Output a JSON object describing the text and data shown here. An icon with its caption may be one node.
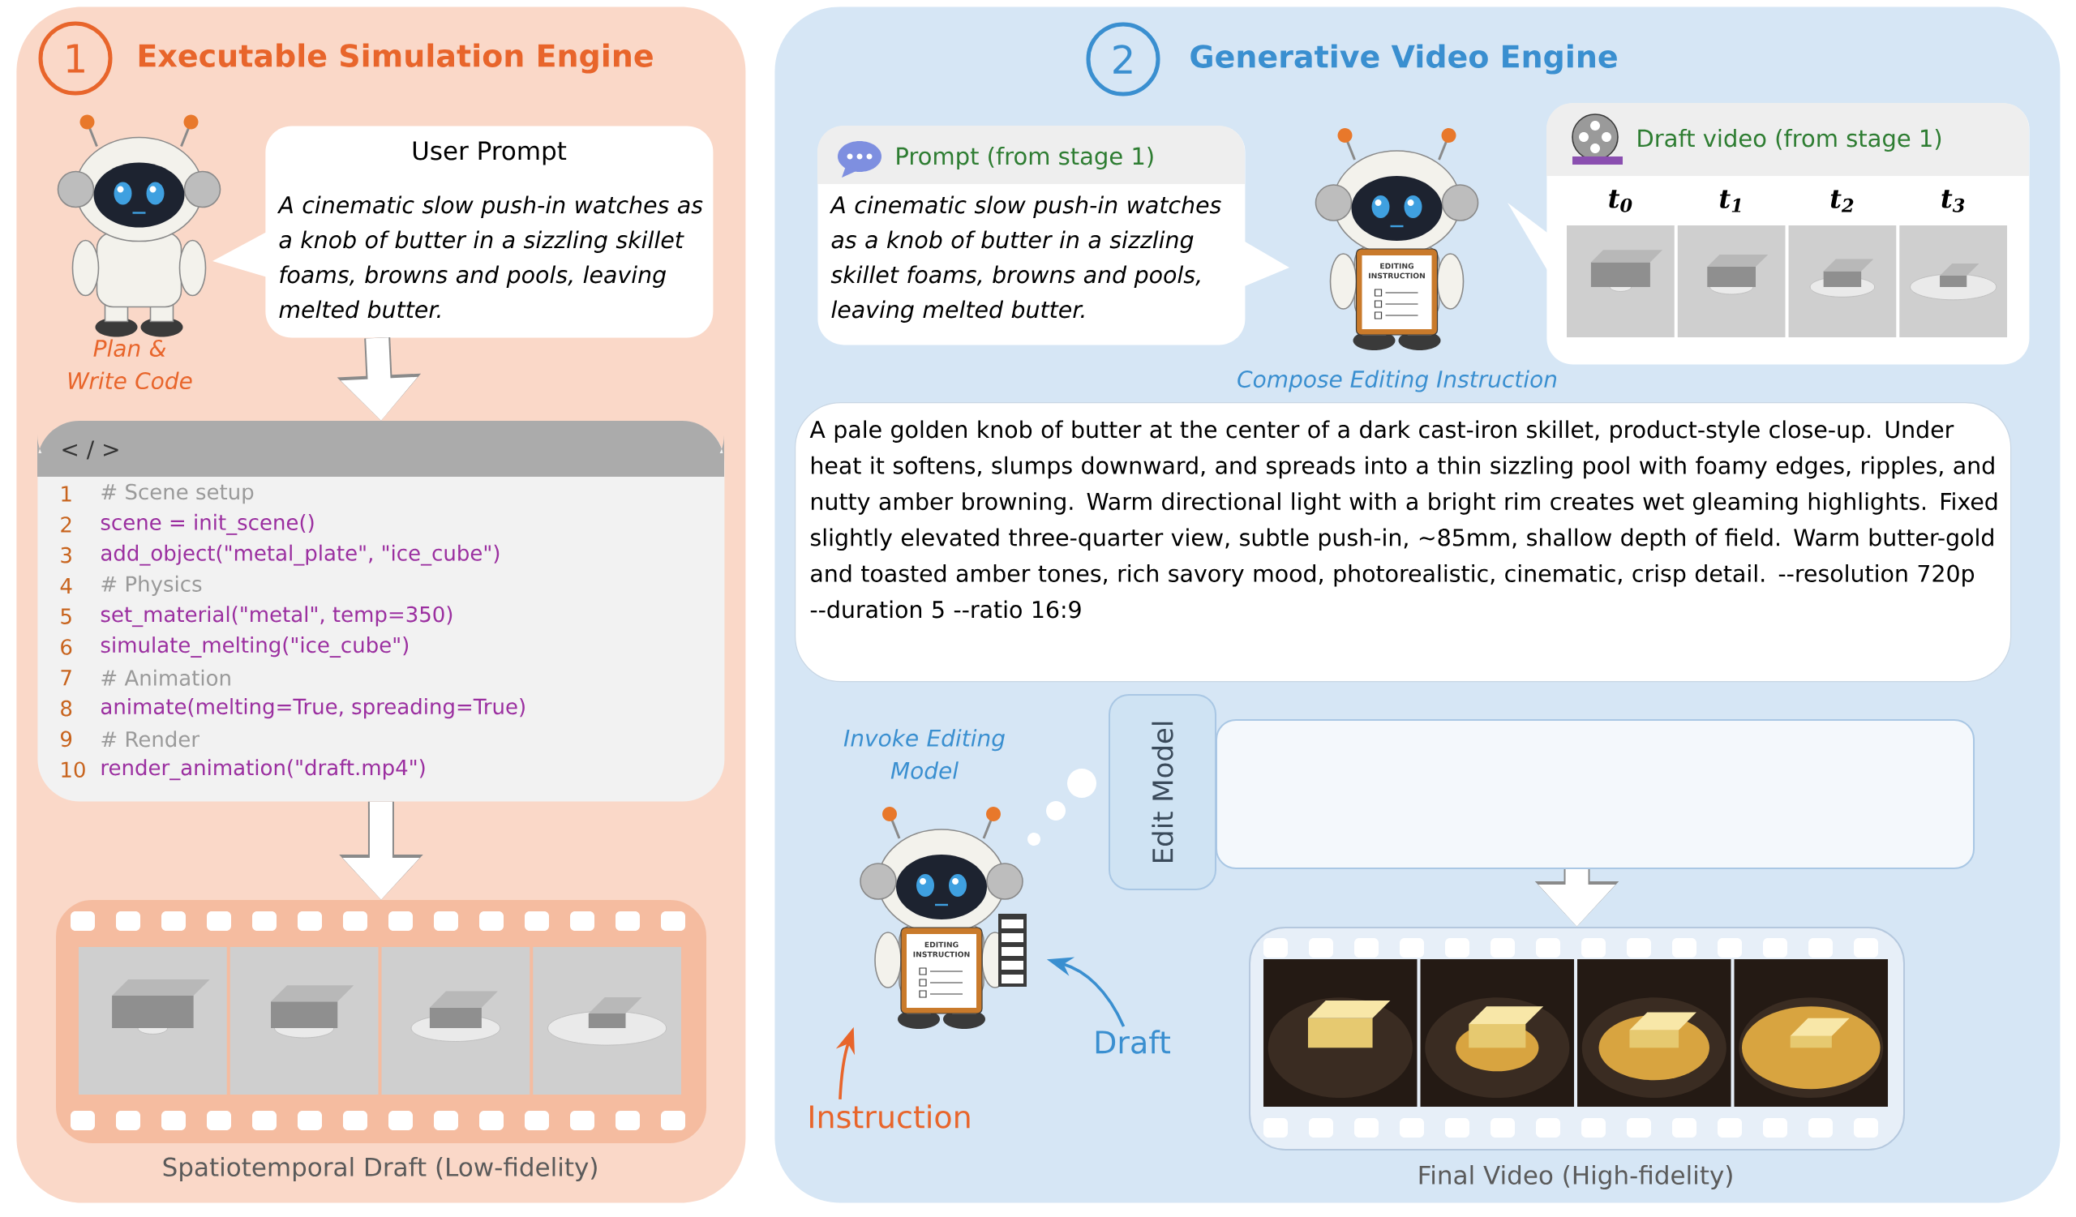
{
  "diagram": {
    "nodes": [
      {
        "text": [
          "1",
          "Executable Simulation Engine"
        ]
      },
      {
        "text": [],
        "shape": "picture",
        "in": 0,
        "beside": [
          "Plan & Write Code"
        ]
      },
      {
        "text": [
          "User Prompt",
          "A cinematic slow push-in watches as a knob of butter in a sizzling skillet foams, browns and pools, leaving melted butter."
        ],
        "in": 0
      },
      {
        "text": [
          "< / >",
          "# Scene setup",
          "scene = init_scene()",
          "add_object(\"metal_plate\", \"ice_cube\")",
          "# Physics",
          "set_material(\"metal\", temp=350)",
          "simulate_melting(\"ice_cube\")",
          "# Animation",
          "animate(melting=True, spreading=True)",
          "# Render",
          "render_animation(\"draft.mp4\")"
        ],
        "in": 0
      },
      {
        "text": [],
        "shape": "picture",
        "in": 0,
        "beside": [
          "Spatiotemporal Draft (Low-fidelity)"
        ]
      },
      {
        "text": [
          "2",
          "Generative Video Engine"
        ]
      },
      {
        "text": [
          "Prompt (from stage 1)",
          "A cinematic slow push-in watches as a knob of butter in a sizzling skillet foams, browns and pools, leaving melted butter."
        ],
        "in": 5
      },
      {
        "text": [],
        "shape": "picture",
        "in": 5
      },
      {
        "text": [
          "Draft video (from stage 1)"
        ],
        "in": 5
      },
      {
        "text": [
          "A pale golden knob of butter at the center of a dark cast-iron skillet, product-style close-up. Under heat it softens, slumps downward, and spreads into a thin sizzling pool with foamy edges, ripples, and nutty amber browning. Warm directional light with a bright rim creates wet gleaming highlights. Fixed slightly elevated three-quarter view, subtle push-in, ~85mm, shallow depth of field. Warm butter-gold and toasted amber tones, rich savory mood, photorealistic, cinematic, crisp detail. --resolution 720p --duration 5 --ratio 16:9"
        ],
        "in": 5
      },
      {
        "text": [],
        "shape": "picture",
        "in": 5,
        "beside": [
          "Invoke Editing Model"
        ]
      },
      {
        "text": [
          "Edit Model"
        ],
        "in": 5
      },
      {
        "text": [],
        "shape": "picture",
        "in": 5,
        "beside": [
          "Final Video (High-fidelity)"
        ]
      },
      {
        "text": [
          "Instruction"
        ],
        "in": 5
      },
      {
        "text": [
          "Draft"
        ],
        "in": 5
      }
    ],
    "edges": [
      {
        "from": 2,
        "to": 3,
        "arrow": "to"
      },
      {
        "from": 3,
        "to": 4,
        "arrow": "to"
      },
      {
        "from": 11,
        "to": 12,
        "arrow": "to"
      },
      {
        "from": 13,
        "to": 10,
        "arrow": "to",
        "color": "#e8652b"
      },
      {
        "from": 14,
        "to": 10,
        "arrow": "to",
        "color": "#3a8fd0"
      }
    ],
    "labels": [
      "1",
      "2",
      "3",
      "4",
      "5",
      "6",
      "7",
      "8",
      "9",
      "10",
      "t$_{0}$",
      "t$_{1}$",
      "t$_{2}$",
      "t$_{3}$",
      "EDITING INSTRUCTION",
      "EDITING INSTRUCTION",
      "Compose Editing Instruction"
    ]
  }
}
